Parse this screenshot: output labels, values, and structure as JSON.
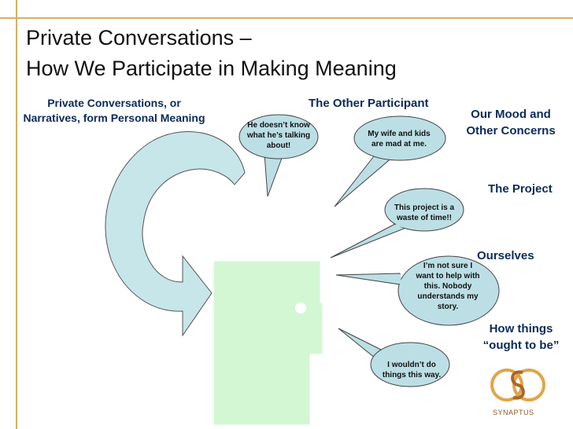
{
  "title": {
    "line1": "Private Conversations –",
    "line2": "How We Participate in Making Meaning"
  },
  "left_caption": "Private Conversations, or Narratives, form Personal Meaning",
  "labels": {
    "other_participant": "The Other Participant",
    "mood": "Our Mood and Other Concerns",
    "project": "The Project",
    "ourselves": "Ourselves",
    "how_things": "How things “ought to be”"
  },
  "bubbles": [
    "He doesn’t know what he’s talking about!",
    "My wife and kids are mad at me.",
    "This project is a waste of time!!",
    "I’m not sure I want to help with this. Nobody understands my story.",
    "I wouldn’t do things this way."
  ],
  "logo": {
    "name": "SYNAPTUS"
  },
  "colors": {
    "arrow_fill": "#c7e6ea",
    "bubble_fill": "#bcdfe6",
    "head_fill": "#d3f7d3",
    "frame": "#d4b062",
    "label_text": "#0b2a5a"
  }
}
